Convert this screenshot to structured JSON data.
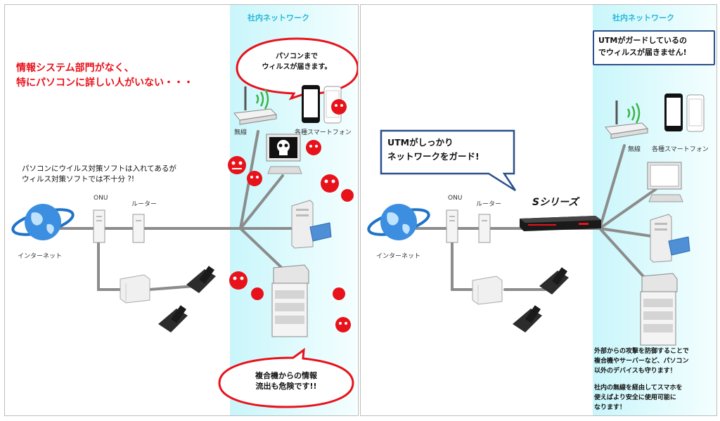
{
  "left": {
    "zone_title": "社内ネットワーク",
    "headline": [
      "情報システム部門がなく、",
      "特にパソコンに詳しい人がいない・・・"
    ],
    "note": [
      "パソコンにウイルス対策ソフトは入れてあるが",
      "ウィルス対策ソフトでは不十分 ?!"
    ],
    "bubble_top": [
      "パソコンまで",
      "ウィルスが届きます。"
    ],
    "bubble_bottom": [
      "複合機からの情報",
      "流出も危険です!!"
    ],
    "labels": {
      "internet": "インターネット",
      "onu": "ONU",
      "router": "ルーター",
      "wireless": "無線",
      "smartphones": "各種スマートフォン"
    }
  },
  "right": {
    "zone_title": "社内ネットワーク",
    "box_top": [
      "UTMがガードしているの",
      "でウィルスが届きません!"
    ],
    "box_left": [
      "UTMがしっかり",
      "ネットワークをガード!"
    ],
    "device_label": "Sシリーズ",
    "note_bottom": [
      "外部からの攻撃を防御することで",
      "複合機やサーバーなど、パソコン",
      "以外のデバイスも守ります！",
      "",
      "社内の無線を経由してスマホを",
      "使えばより安全に使用可能に",
      "なります！"
    ],
    "labels": {
      "internet": "インターネット",
      "onu": "ONU",
      "router": "ルーター",
      "wireless": "無線",
      "smartphones": "各種スマートフォン"
    }
  },
  "colors": {
    "zone": "#d6f8fc",
    "zone_title": "#27b7d8",
    "alert_red": "#e8121b",
    "box_border": "#2b4f8c",
    "line": "#8c8c8c"
  }
}
